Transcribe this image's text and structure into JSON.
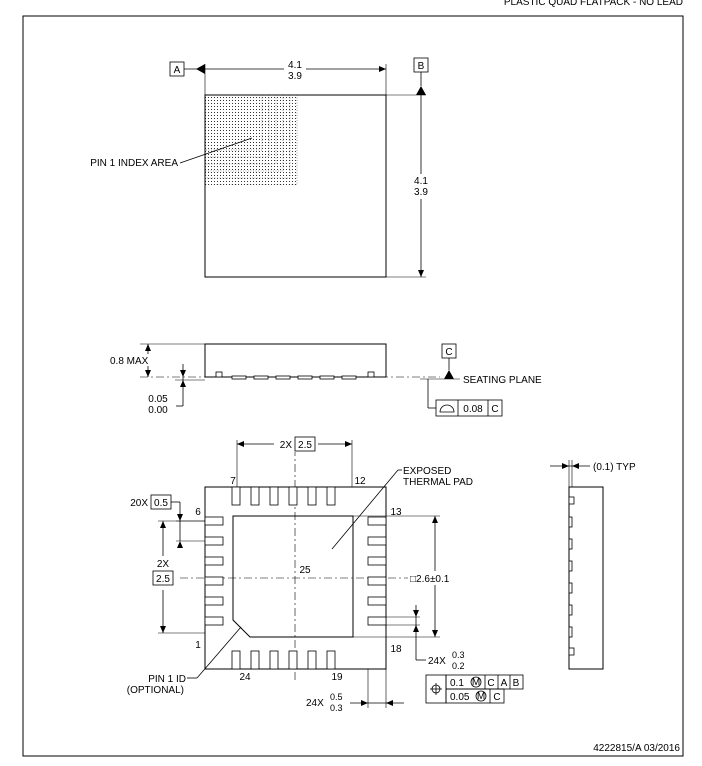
{
  "header": {
    "title": "PLASTIC QUAD FLATPACK - NO LEAD"
  },
  "datums": {
    "a": "A",
    "b": "B",
    "c": "C"
  },
  "top_view": {
    "width_max": "4.1",
    "width_min": "3.9",
    "height_max": "4.1",
    "height_min": "3.9",
    "pin1_index_label": "PIN 1 INDEX AREA"
  },
  "side_view": {
    "max_height": "0.8 MAX",
    "standoff_max": "0.05",
    "standoff_min": "0.00",
    "seating_plane": "SEATING PLANE",
    "flatness_value": "0.08",
    "flatness_datum": "C"
  },
  "bottom_view": {
    "pitch_prefix": "2X",
    "pitch_value": "2.5",
    "lead_pitch_prefix": "20X",
    "lead_pitch_value": "0.5",
    "vert_prefix": "2X",
    "vert_value": "2.5",
    "pin7": "7",
    "pin12": "12",
    "pin6": "6",
    "pin13": "13",
    "pin1": "1",
    "pin18": "18",
    "pin24": "24",
    "pin19": "19",
    "pin25": "25",
    "exposed_pad_line1": "EXPOSED",
    "exposed_pad_line2": "THERMAL PAD",
    "pad_size": "□2.6±0.1",
    "lead_width_prefix": "24X",
    "lead_width_max": "0.3",
    "lead_width_min": "0.2",
    "lead_len_prefix": "24X",
    "lead_len_max": "0.5",
    "lead_len_min": "0.3",
    "pin1_id_line1": "PIN 1 ID",
    "pin1_id_line2": "(OPTIONAL)",
    "pos_tol1": "0.1",
    "pos_tol1_datums": [
      "C",
      "A",
      "B"
    ],
    "pos_tol2": "0.05",
    "pos_tol2_datum": "C"
  },
  "right_view": {
    "typ_label": "(0.1) TYP"
  },
  "footer": {
    "doc_number": "4222815/A  03/2016"
  }
}
